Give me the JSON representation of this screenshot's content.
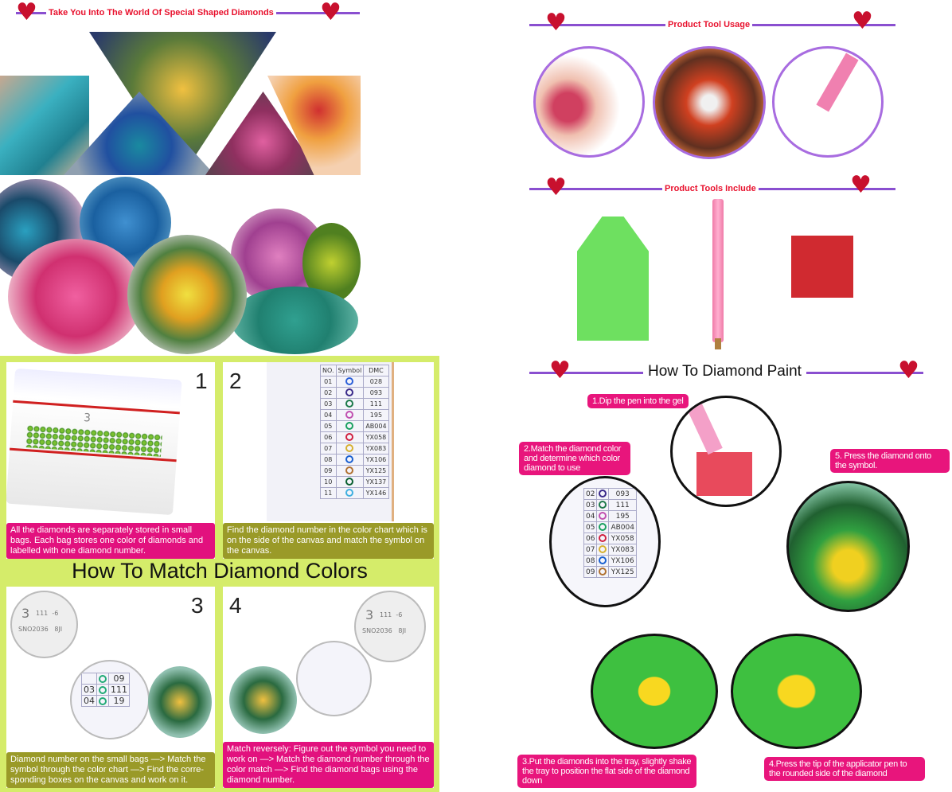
{
  "headers": {
    "world": "Take You Into The World Of Special Shaped Diamonds",
    "tool_usage": "Product Tool Usage",
    "tools_include": "Product Tools Include",
    "how_to_paint": "How To Diamond Paint"
  },
  "match": {
    "title": "How To Match Diamond Colors",
    "steps": [
      {
        "number": "1",
        "caption": "All the diamonds are separately stored in small bags. Each bag stores one color of diamonds and labelled with one diamond number."
      },
      {
        "number": "2",
        "caption": "Find the diamond number in the color chart which is on the side of the canvas and match the symbol on the canvas."
      },
      {
        "number": "3",
        "caption": "Diamond number on the small bags —> Match the symbol through the color chart —> Find the corre-sponding boxes on the canvas and work on it."
      },
      {
        "number": "4",
        "caption": "Match reversely: Figure out the symbol you need to work on —> Match the diamond number through the color match —> Find the diamond bags using the diamond number."
      }
    ],
    "bag_label": "3",
    "bag_sub": "111  -6",
    "bag_code": "SNO2036   8JI"
  },
  "color_chart": {
    "headers": [
      "NO.",
      "Symbol",
      "DMC"
    ],
    "rows": [
      {
        "no": "01",
        "dmc": "028",
        "color": "#2b5fd9"
      },
      {
        "no": "02",
        "dmc": "093",
        "color": "#3a2a8a"
      },
      {
        "no": "03",
        "dmc": "111",
        "color": "#1d7a4a"
      },
      {
        "no": "04",
        "dmc": "195",
        "color": "#c04fb0"
      },
      {
        "no": "05",
        "dmc": "AB004",
        "color": "#1aa060"
      },
      {
        "no": "06",
        "dmc": "YX058",
        "color": "#d02040"
      },
      {
        "no": "07",
        "dmc": "YX083",
        "color": "#d6b030"
      },
      {
        "no": "08",
        "dmc": "YX106",
        "color": "#1a5fd0"
      },
      {
        "no": "09",
        "dmc": "YX125",
        "color": "#b07030"
      },
      {
        "no": "10",
        "dmc": "YX137",
        "color": "#0a6030"
      },
      {
        "no": "11",
        "dmc": "YX146",
        "color": "#40b0e0"
      }
    ]
  },
  "mini_chart": {
    "rows": [
      [
        "",
        "09"
      ],
      [
        "03",
        "111"
      ],
      [
        "04",
        "19"
      ]
    ]
  },
  "paint_steps": {
    "s1": "1.Dip the pen into the gel",
    "s2": "2.Match the diamond color and determine which color diamond to use",
    "s3": "3.Put the diamonds into the tray, slightly shake the tray to position the flat side of the diamond down",
    "s4": "4.Press the tip of the applicator pen to the rounded side of the diamond",
    "s5": "5. Press the diamond onto the symbol."
  },
  "colors": {
    "accent_pink": "#e2117e",
    "olive": "#9a9a28",
    "lime": "#d5ec6a",
    "header_red": "#e8112d",
    "line_purple": "#8a4fd0"
  }
}
